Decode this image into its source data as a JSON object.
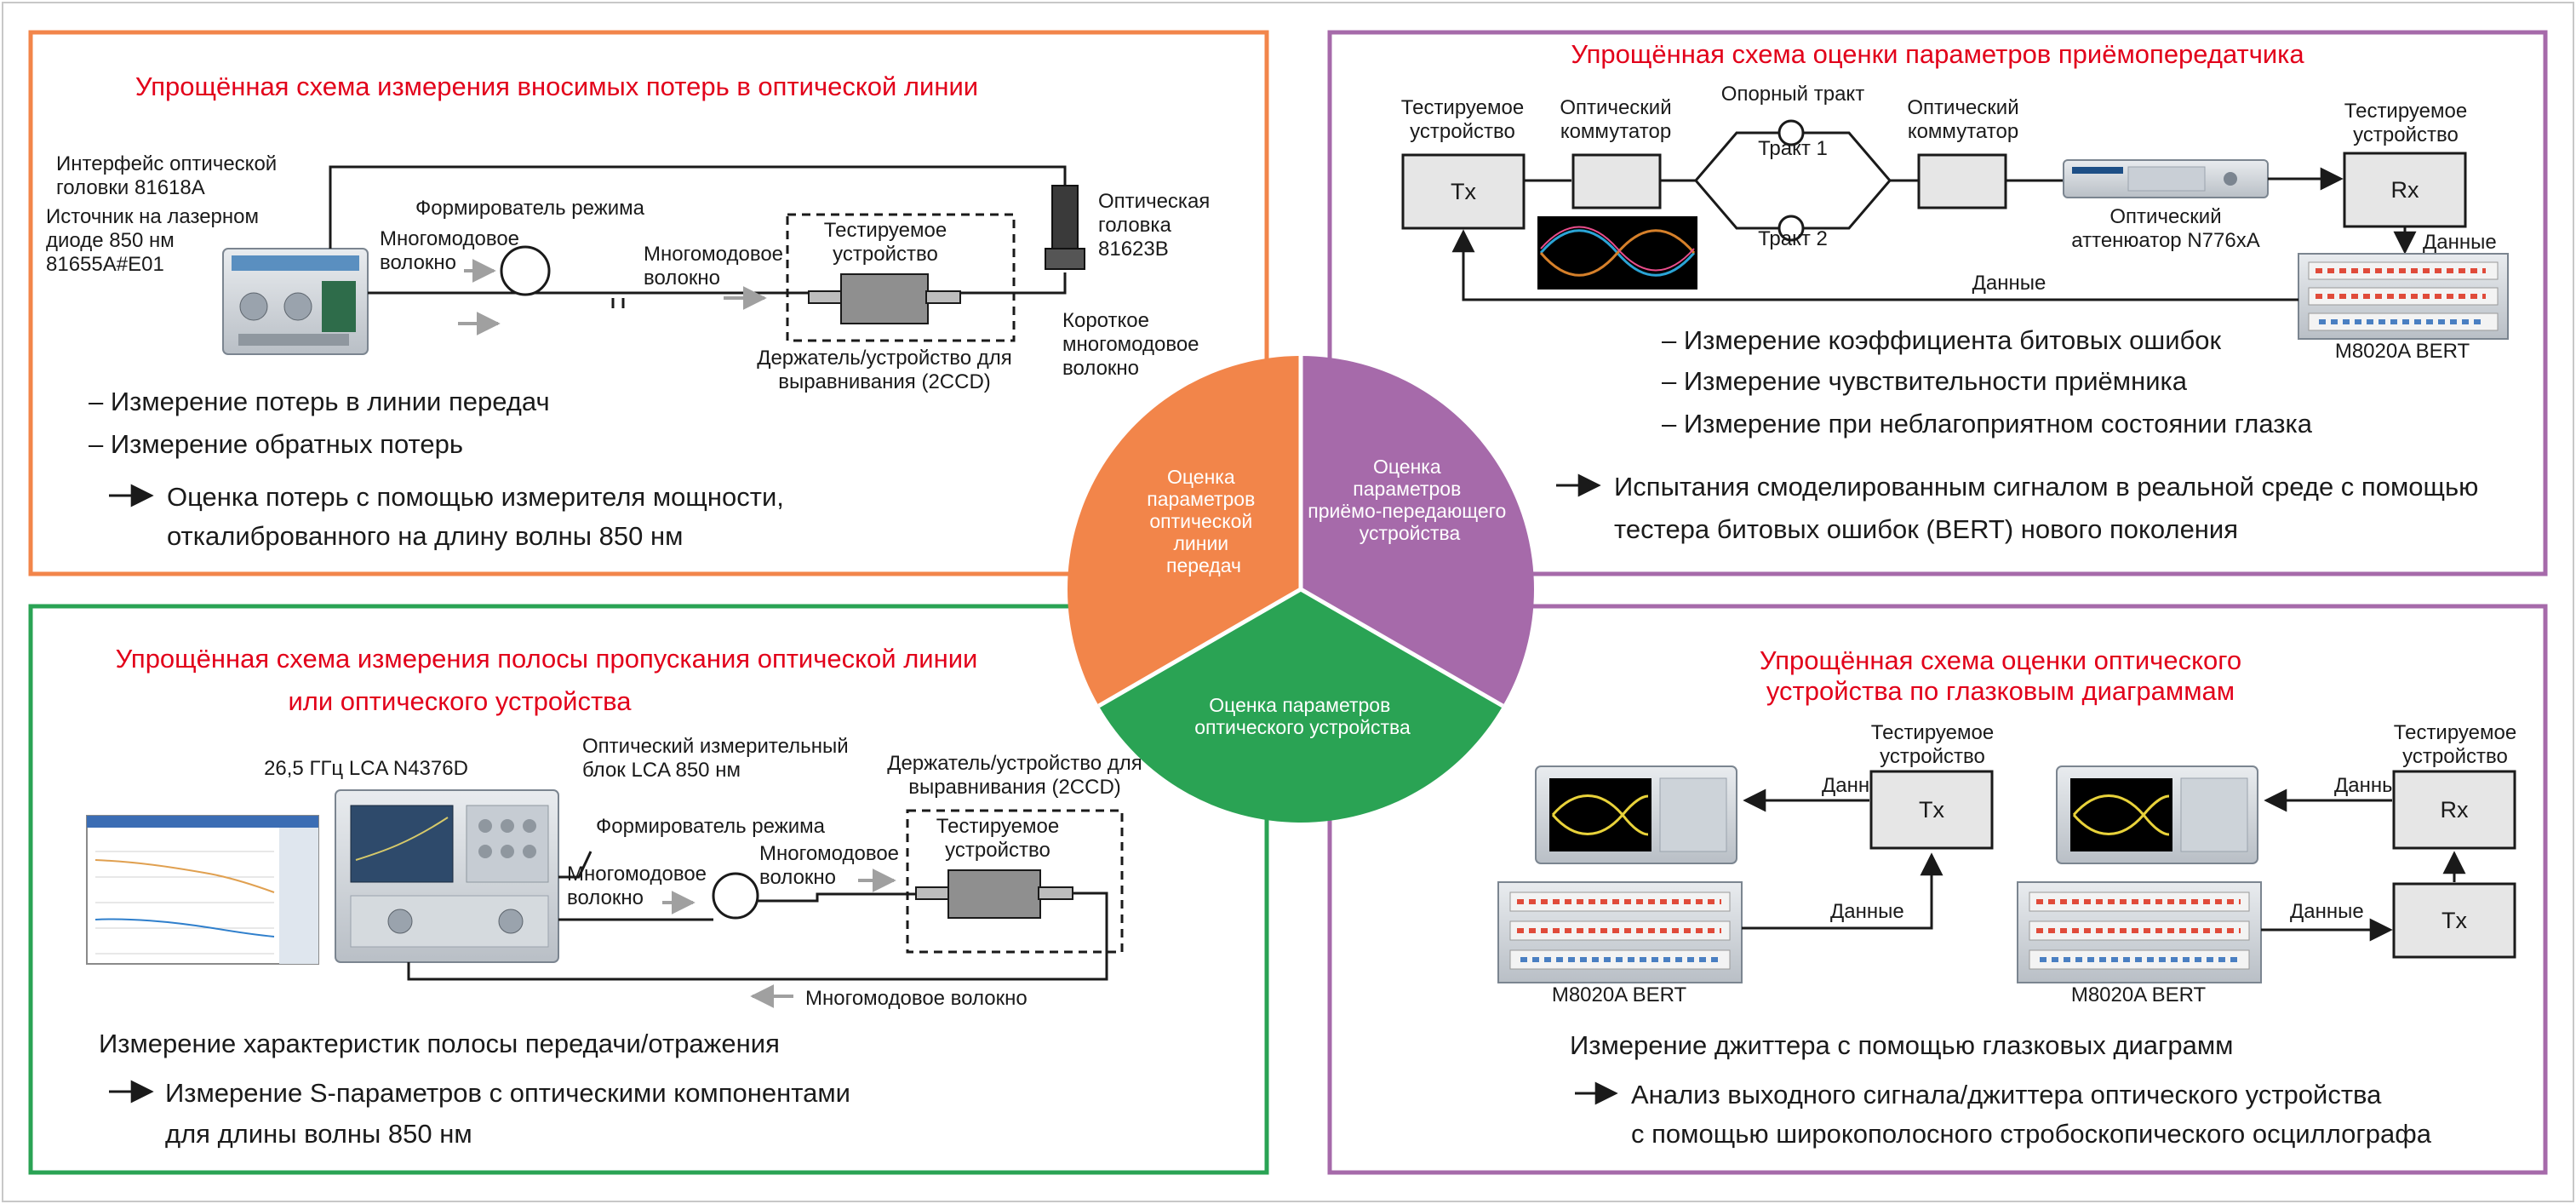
{
  "colors": {
    "orange": "#f2854a",
    "purple": "#a66aaa",
    "green": "#2aa354",
    "title_red": "#e2001a",
    "box_fill": "#e6e6e6",
    "arrow_gray": "#a0a0a0"
  },
  "pie": {
    "left": "Оценка параметров оптической линии передач",
    "right": "Оценка параметров приёмо-передающего устройства",
    "bottom": "Оценка параметров оптического устройства"
  },
  "panel_tl": {
    "title": "Упрощённая схема измерения вносимых потерь в оптической линии",
    "iface_l1": "Интерфейс оптической",
    "iface_l2": "головки 81618A",
    "src_l1": "Источник на лазерном",
    "src_l2": "диоде 850 нм",
    "src_l3": "81655A#E01",
    "shaper": "Формирователь режима",
    "mm1_l1": "Многомодовое",
    "mm1_l2": "волокно",
    "mm2_l1": "Многомодовое",
    "mm2_l2": "волокно",
    "dut_l1": "Тестируемое",
    "dut_l2": "устройство",
    "head_l1": "Оптическая",
    "head_l2": "головка",
    "head_l3": "81623B",
    "short_l1": "Короткое",
    "short_l2": "многомодовое",
    "short_l3": "волокно",
    "holder_l1": "Держатель/устройство для",
    "holder_l2": "выравнивания (2CCD)",
    "bullet1": "– Измерение потерь в линии передач",
    "bullet2": "– Измерение обратных потерь",
    "result_l1": "Оценка потерь с помощью измерителя мощности,",
    "result_l2": "откалиброванного на длину волны 850 нм"
  },
  "panel_tr": {
    "title": "Упрощённая схема оценки параметров приёмопередатчика",
    "dut_tx_l1": "Тестируемое",
    "dut_tx_l2": "устройство",
    "switch1_l1": "Оптический",
    "switch1_l2": "коммутатор",
    "ref_path": "Опорный тракт",
    "path1": "Тракт 1",
    "path2": "Тракт 2",
    "switch2_l1": "Оптический",
    "switch2_l2": "коммутатор",
    "dut_rx_l1": "Тестируемое",
    "dut_rx_l2": "устройство",
    "tx": "Tx",
    "rx": "Rx",
    "atten_l1": "Оптический",
    "atten_l2": "аттенюатор N776xA",
    "data_right": "Данные",
    "data_bottom": "Данные",
    "bert": "M8020A BERT",
    "bullet1": "– Измерение коэффициента битовых ошибок",
    "bullet2": "– Измерение чувствительности приёмника",
    "bullet3": "– Измерение при неблагоприятном состоянии глазка",
    "result_l1": "Испытания смоделированным сигналом в реальной среде с помощью",
    "result_l2": "тестера битовых ошибок (BERT) нового поколения"
  },
  "panel_bl": {
    "title_l1": "Упрощённая схема измерения полосы пропускания оптической линии",
    "title_l2": "или  оптического устройства",
    "lca": "26,5 ГГц LCA N4376D",
    "unit_l1": "Оптический измерительный",
    "unit_l2": "блок LCA 850 нм",
    "holder_l1": "Держатель/устройство для",
    "holder_l2": "выравнивания (2CCD)",
    "shaper": "Формирователь режима",
    "mm1_l1": "Многомодовое",
    "mm1_l2": "волокно",
    "mm2_l1": "Многомодовое",
    "mm2_l2": "волокно",
    "dut_l1": "Тестируемое",
    "dut_l2": "устройство",
    "mm_bottom": "Многомодовое волокно",
    "bullet1": "Измерение характеристик полосы передачи/отражения",
    "result_l1": "Измерение S-параметров с оптическими компонентами",
    "result_l2": "для длины волны 850 нм"
  },
  "panel_br": {
    "title_l1": "Упрощённая схема оценки оптического",
    "title_l2": "устройства по глазковым диаграммам",
    "dutA_l1": "Тестируемое",
    "dutA_l2": "устройство",
    "dutB_l1": "Тестируемое",
    "dutB_l2": "устройство",
    "txA": "Tx",
    "rxB": "Rx",
    "txB": "Tx",
    "dataA1": "Данные",
    "dataA2": "Данные",
    "dataB1": "Данные",
    "dataB2": "Данные",
    "bertA": "M8020A BERT",
    "bertB": "M8020A BERT",
    "bullet1": "Измерение джиттера с помощью глазковых диаграмм",
    "result_l1": "Анализ выходного сигнала/джиттера оптического устройства",
    "result_l2": "с помощью широкополосного стробоскопического осциллографа"
  }
}
